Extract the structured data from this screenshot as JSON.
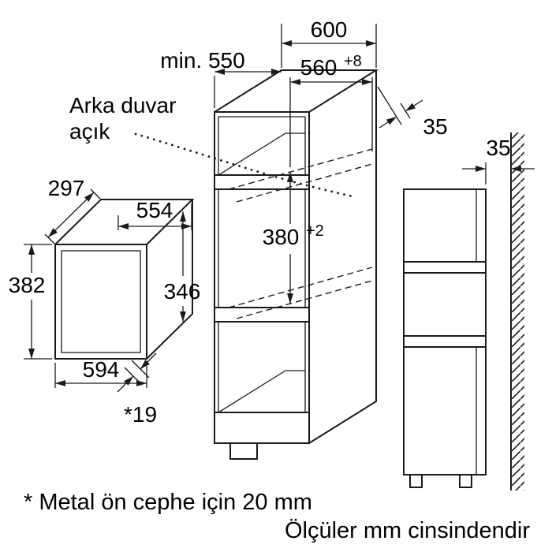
{
  "colors": {
    "ink": "#1a1a1a",
    "background": "#ffffff"
  },
  "annotations": {
    "back_wall_note_line1": "Arka duvar",
    "back_wall_note_line2": "açık",
    "footnote": "* Metal ön cephe için 20 mm",
    "units_note": "Ölçüler mm cinsindendir"
  },
  "niche_dimensions": {
    "cabinet_width": "600",
    "min_depth": "min. 550",
    "niche_width": "560",
    "niche_width_tolerance": "+8",
    "niche_height": "380",
    "niche_height_tolerance": "+2",
    "rear_clearance": "35",
    "wall_clearance": "35"
  },
  "appliance_dimensions": {
    "depth": "297",
    "body_width": "554",
    "front_height": "382",
    "body_height": "346",
    "front_width": "594",
    "front_protrusion": "*19"
  }
}
